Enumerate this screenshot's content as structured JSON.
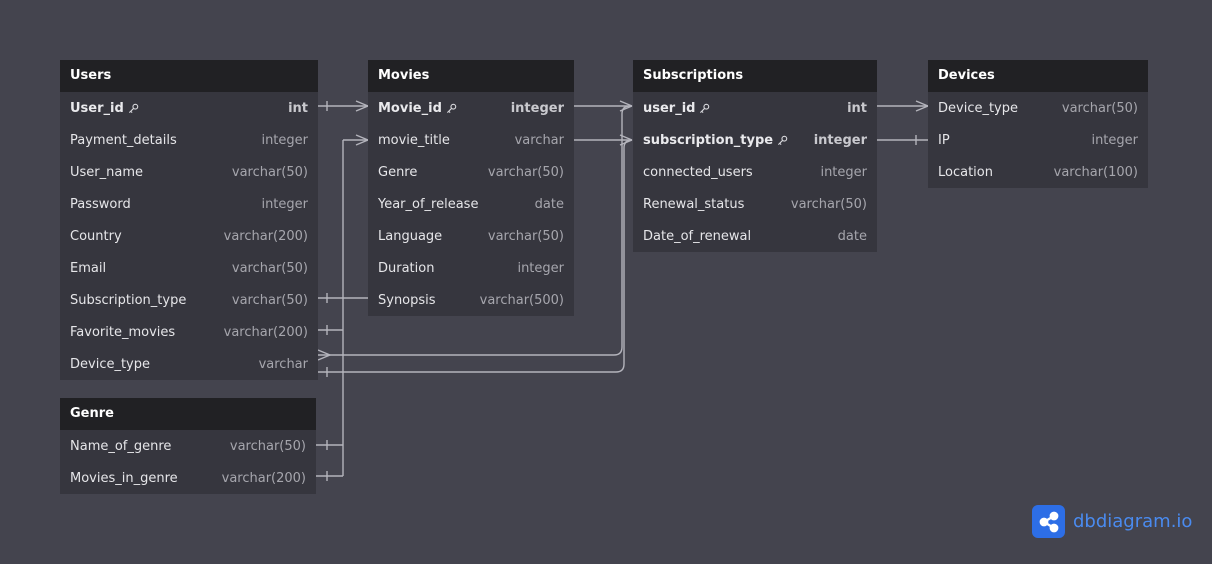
{
  "tables": {
    "users": {
      "title": "Users",
      "fields": [
        {
          "name": "User_id",
          "type": "int",
          "pk": true
        },
        {
          "name": "Payment_details",
          "type": "integer"
        },
        {
          "name": "User_name",
          "type": "varchar(50)"
        },
        {
          "name": "Password",
          "type": "integer"
        },
        {
          "name": "Country",
          "type": "varchar(200)"
        },
        {
          "name": "Email",
          "type": "varchar(50)"
        },
        {
          "name": "Subscription_type",
          "type": "varchar(50)"
        },
        {
          "name": "Favorite_movies",
          "type": "varchar(200)"
        },
        {
          "name": "Device_type",
          "type": "varchar"
        }
      ]
    },
    "movies": {
      "title": "Movies",
      "fields": [
        {
          "name": "Movie_id",
          "type": "integer",
          "pk": true
        },
        {
          "name": "movie_title",
          "type": "varchar"
        },
        {
          "name": "Genre",
          "type": "varchar(50)"
        },
        {
          "name": "Year_of_release",
          "type": "date"
        },
        {
          "name": "Language",
          "type": "varchar(50)"
        },
        {
          "name": "Duration",
          "type": "integer"
        },
        {
          "name": "Synopsis",
          "type": "varchar(500)"
        }
      ]
    },
    "subscriptions": {
      "title": "Subscriptions",
      "fields": [
        {
          "name": "user_id",
          "type": "int",
          "pk": true
        },
        {
          "name": "subscription_type",
          "type": "integer",
          "pk": true
        },
        {
          "name": "connected_users",
          "type": "integer"
        },
        {
          "name": "Renewal_status",
          "type": "varchar(50)"
        },
        {
          "name": "Date_of_renewal",
          "type": "date"
        }
      ]
    },
    "devices": {
      "title": "Devices",
      "fields": [
        {
          "name": "Device_type",
          "type": "varchar(50)"
        },
        {
          "name": "IP",
          "type": "integer"
        },
        {
          "name": "Location",
          "type": "varchar(100)"
        }
      ]
    },
    "genre": {
      "title": "Genre",
      "fields": [
        {
          "name": "Name_of_genre",
          "type": "varchar(50)"
        },
        {
          "name": "Movies_in_genre",
          "type": "varchar(200)"
        }
      ]
    }
  },
  "brand": {
    "text": "dbdiagram.io",
    "icon": "share-nodes-icon",
    "color": "#2d6ee6"
  },
  "colors": {
    "background": "#44444e",
    "header": "#212124",
    "body": "#36363e",
    "edge": "#b4b4bc"
  }
}
